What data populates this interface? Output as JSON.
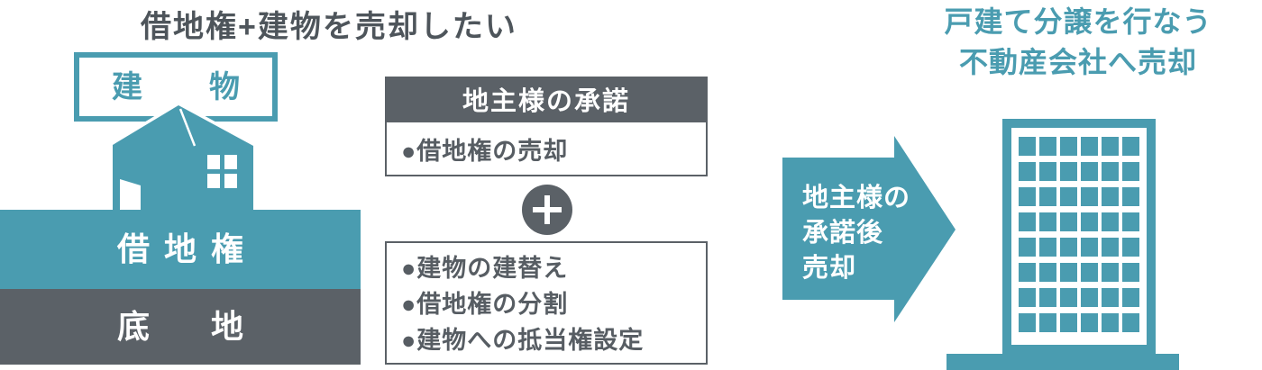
{
  "colors": {
    "teal": "#4A9CB0",
    "gray": "#5B6167",
    "title_text": "#4E555B",
    "item_text": "#575D63"
  },
  "left": {
    "title": "借地権+建物を売却したい",
    "building_label_chars": [
      "建",
      "物"
    ],
    "leasehold_chars": [
      "借",
      "地",
      "権"
    ],
    "land_chars": [
      "底",
      "地"
    ]
  },
  "middle": {
    "consent_header": "地主様の承諾",
    "consent_item": "●借地権の売却",
    "other_items": [
      "●建物の建替え",
      "●借地権の分割",
      "●建物への抵当権設定"
    ]
  },
  "right": {
    "arrow_lines": [
      "地主様の",
      "承諾後",
      "売却"
    ],
    "title_lines": [
      "戸建て分譲を行なう",
      "不動産会社へ売却"
    ],
    "building": {
      "window_cols": 6,
      "window_rows": 8
    }
  }
}
